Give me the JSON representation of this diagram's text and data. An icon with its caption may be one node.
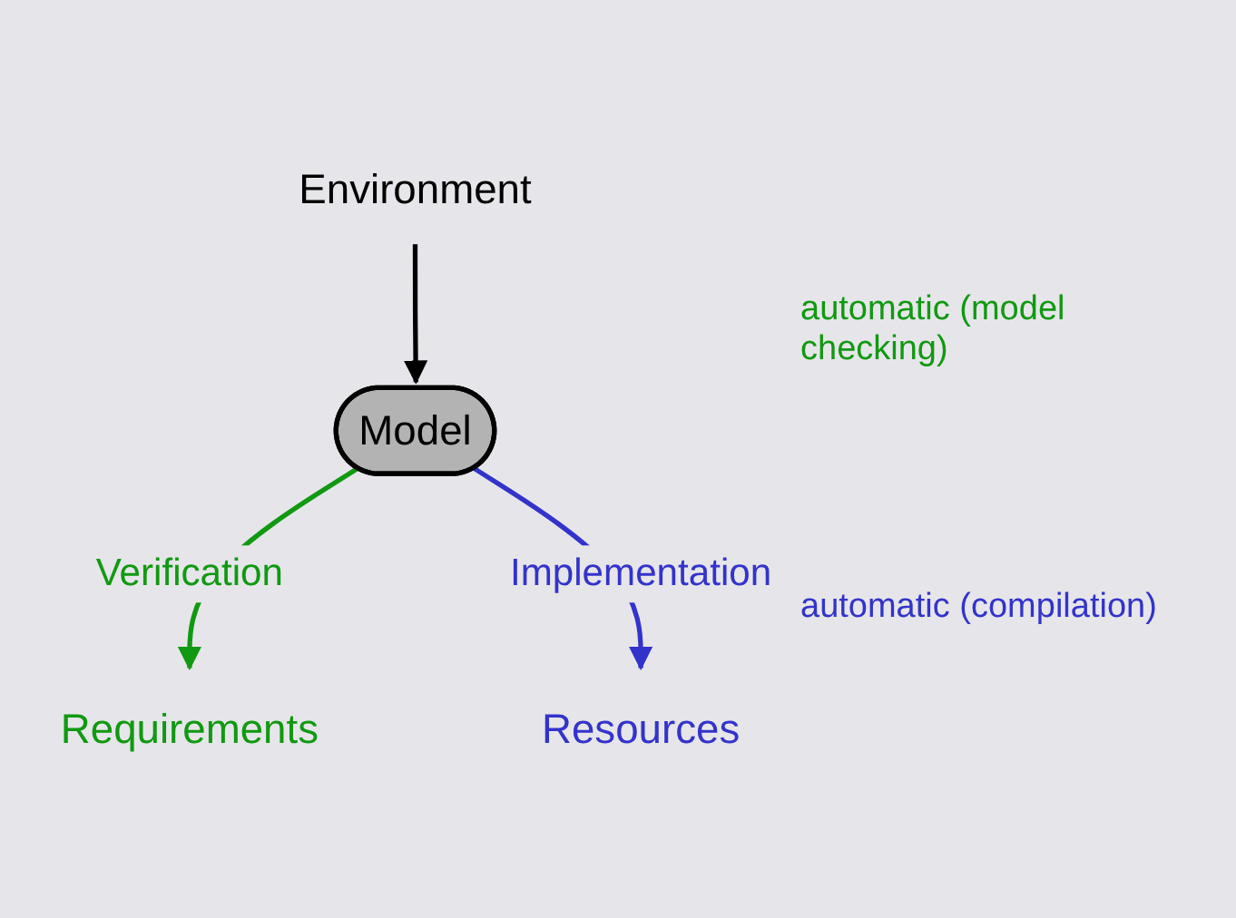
{
  "diagram": {
    "nodes": [
      {
        "text": [
          "Requirements"
        ]
      },
      {
        "text": [
          "Model"
        ]
      },
      {
        "text": [
          "Environment"
        ]
      },
      {
        "text": [
          "Resources"
        ]
      }
    ],
    "edges": [
      {
        "from": 1,
        "to": 0,
        "arrow": "to",
        "label": "Verification",
        "color": "#119911"
      },
      {
        "from": 2,
        "to": 1,
        "arrow": "to",
        "color": "#000000"
      },
      {
        "from": 1,
        "to": 3,
        "arrow": "to",
        "label": "Implementation",
        "color": "#3333cc"
      }
    ],
    "labels": [
      "automatic (model checking)",
      "automatic (compilation)"
    ]
  }
}
